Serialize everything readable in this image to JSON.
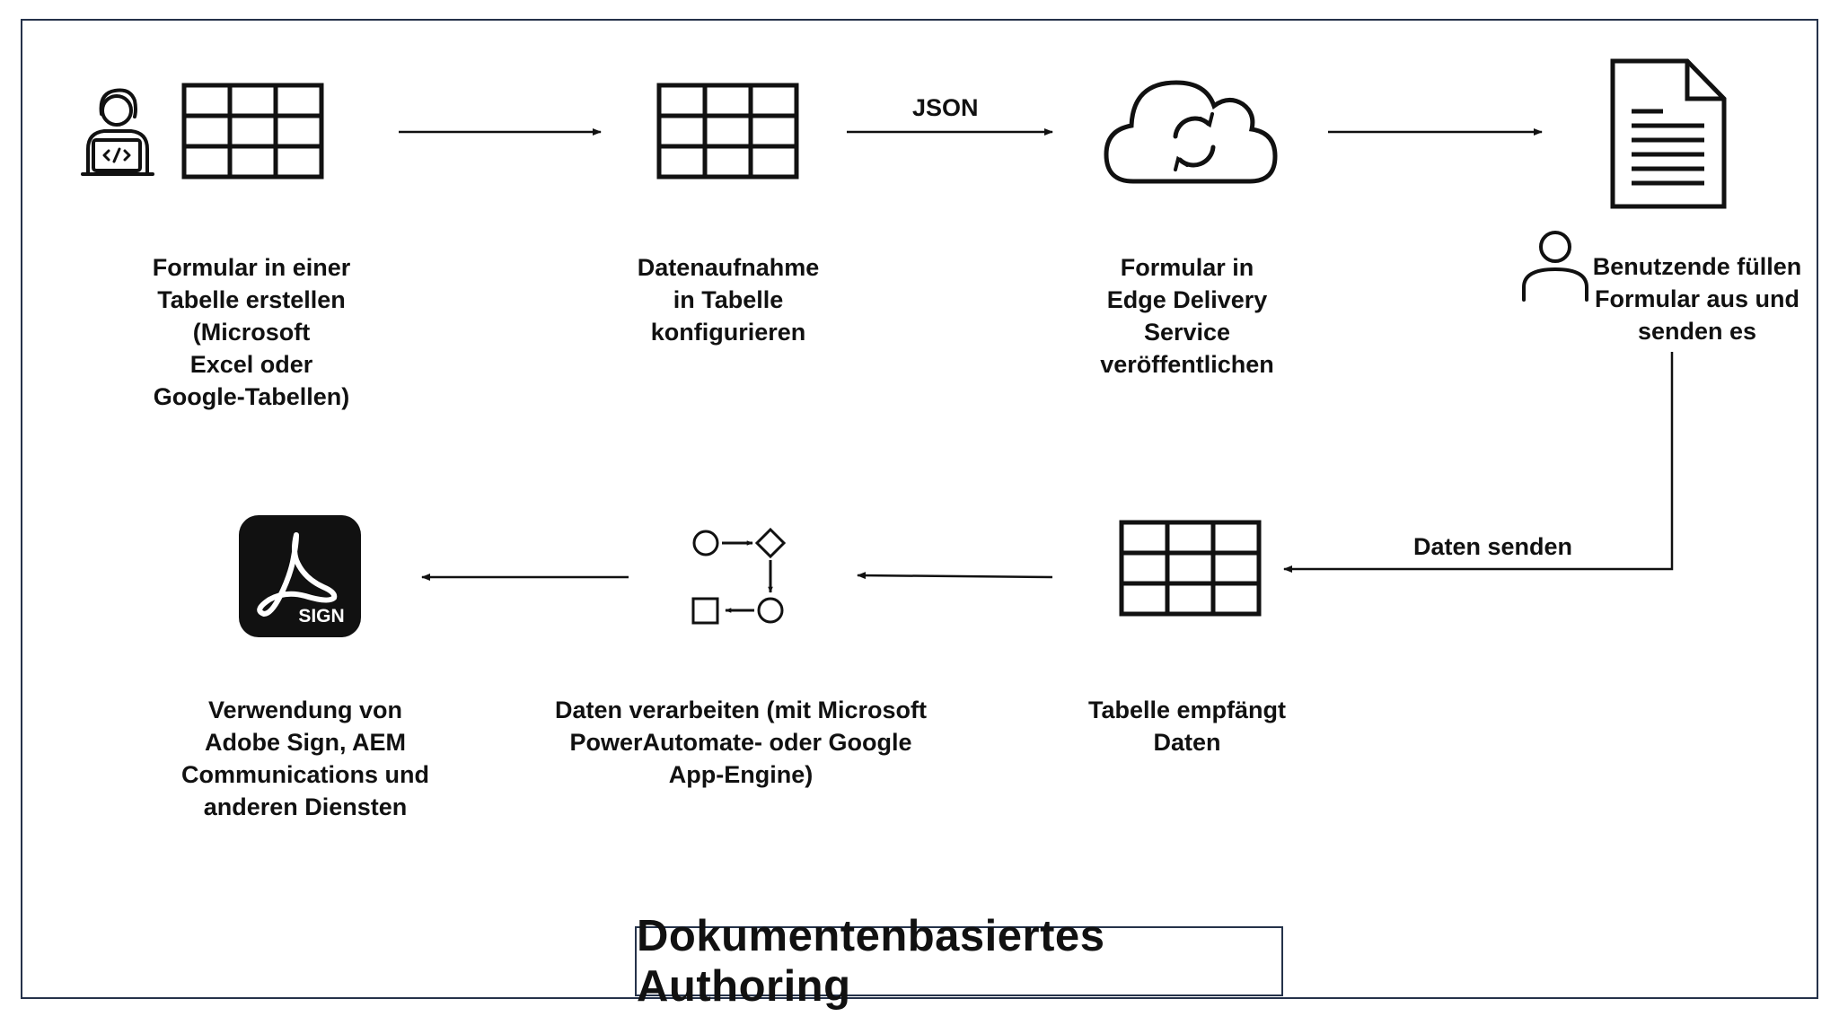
{
  "steps": {
    "create": "Formular in einer\nTabelle erstellen\n(Microsoft\nExcel oder\nGoogle-Tabellen)",
    "configure": "Datenaufnahme\nin Tabelle\nkonfigurieren",
    "publish": "Formular in\nEdge Delivery\nService\nveröffentlichen",
    "fill": "Benutzende füllen\nFormular aus und\nsenden es",
    "receive": "Tabelle empfängt\nDaten",
    "process": "Daten verarbeiten (mit Microsoft\nPowerAutomate- oder Google\nApp-Engine)",
    "use": "Verwendung von\nAdobe Sign, AEM\nCommunications und\nanderen Diensten"
  },
  "arrow_labels": {
    "json": "JSON",
    "send": "Daten senden"
  },
  "icons": {
    "developer": "developer-laptop-icon",
    "spreadsheet": "spreadsheet-grid-icon",
    "cloud": "cloud-sync-icon",
    "document": "document-icon",
    "user": "user-icon",
    "workflow": "workflow-icon",
    "adobe_sign": "adobe-sign-icon"
  },
  "adobe_sign_text": "SIGN",
  "title": "Dokumentenbasiertes Authoring"
}
